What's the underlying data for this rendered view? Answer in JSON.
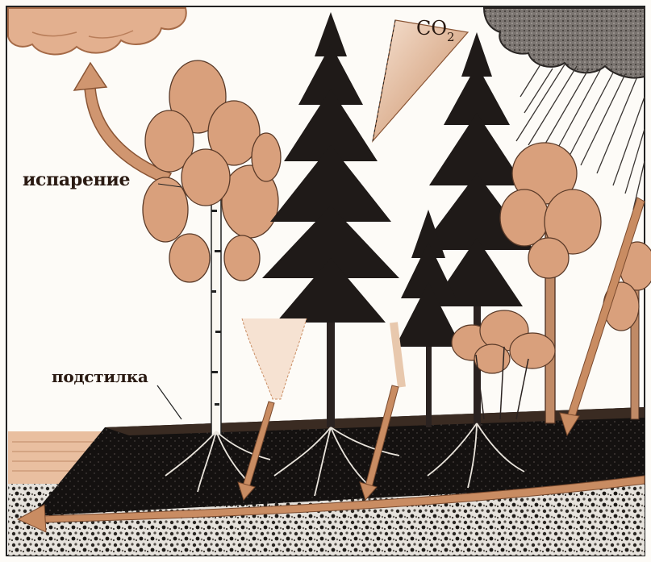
{
  "labels": {
    "evaporation": "испарение",
    "litter": "подстилка",
    "co2_base": "CO",
    "co2_sub": "2"
  },
  "colors": {
    "flow_arrow": "#c98c62",
    "cloud_light": "#e3b08f",
    "storm_cloud": "#6e6a66",
    "conifer": "#1f1a18",
    "deciduous_foliage": "#d9a07c",
    "soil": "#141110",
    "bedrock_speckle": "#9e9a96",
    "water": "#e9bfa0"
  },
  "icons": {
    "evaporation_arrow": "curved-up-arrow",
    "co2_funnel": "wedge-arrow",
    "rain": "diagonal-lines"
  }
}
